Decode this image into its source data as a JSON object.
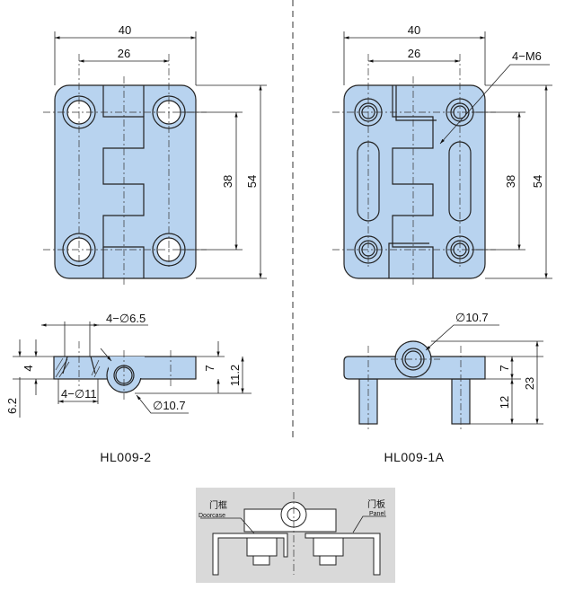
{
  "colors": {
    "part_fill": "#b8d3ef",
    "install_bg": "#d9d9d9"
  },
  "left_view": {
    "model": "HL009-2",
    "dims": {
      "width": "40",
      "hole_spacing_x": "26",
      "hole_spacing_y": "38",
      "height": "54"
    },
    "side_dims": {
      "counterbore": "4−∅6.5",
      "counterbore_depth": "4",
      "thru": "4−∅11",
      "offset": "6.2",
      "thickness": "7",
      "total": "11.2",
      "pin": "∅10.7"
    }
  },
  "right_view": {
    "model": "HL009-1A",
    "dims": {
      "width": "40",
      "hole_spacing_x": "26",
      "hole_spacing_y": "38",
      "height": "54",
      "thread": "4−M6"
    },
    "side_dims": {
      "pin": "∅10.7",
      "thickness": "7",
      "stud": "12",
      "total": "23"
    }
  },
  "install": {
    "frame_cn": "门框",
    "frame_en": "Doorcase",
    "panel_cn": "门板",
    "panel_en": "Panel"
  }
}
